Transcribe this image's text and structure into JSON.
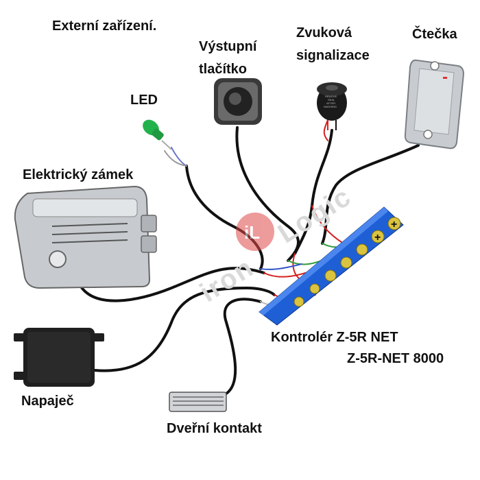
{
  "title": "Externí zařízení.",
  "labels": {
    "exit_button": [
      "Výstupní",
      "tlačítko"
    ],
    "buzzer": [
      "Zvuková",
      "signalizace"
    ],
    "reader": "Čtečka",
    "led": "LED",
    "lock": "Elektrický zámek",
    "controller_line1": "Kontrolér Z-5R NET",
    "controller_line2": "Z-5R-NET 8000",
    "power_supply": "Napaječ",
    "door_contact": "Dveřní kontakt"
  },
  "buzzer_text": [
    "REMOVE",
    "SEAL",
    "AFTER",
    "WASHING"
  ],
  "watermark": {
    "left": "iron",
    "badge": "iL",
    "right": "Logic"
  },
  "terminal_signs": [
    "+",
    "+"
  ],
  "colors": {
    "board": "#1e5fd6",
    "wire_black": "#111111",
    "wire_red": "#d62020",
    "led_green": "#22b24c",
    "device_gray": "#9aa0a6",
    "watermark_badge": "#e04848"
  }
}
